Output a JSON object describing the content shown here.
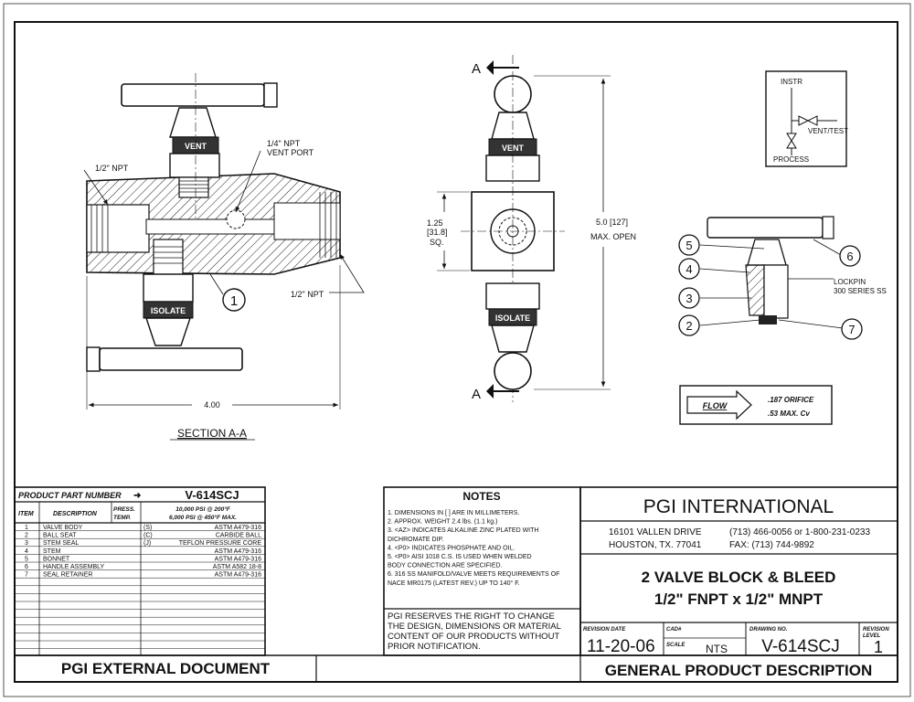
{
  "section_view": {
    "label_npt_left": "1/2\" NPT",
    "label_vent_port_1": "1/4\" NPT",
    "label_vent_port_2": "VENT PORT",
    "label_npt_right": "1/2\" NPT",
    "item_callout": "1",
    "handle_tag_top": "VENT",
    "handle_tag_bottom": "ISOLATE",
    "dimension_width": "4.00",
    "caption": "SECTION A-A"
  },
  "front_view": {
    "section_mark_top": "A",
    "section_mark_bottom": "A",
    "dim_square_1": "1.25",
    "dim_square_2": "[31.8]",
    "dim_square_3": "SQ.",
    "dim_height_1": "5.0 [127]",
    "dim_height_2": "MAX. OPEN",
    "handle_tag_top": "VENT",
    "handle_tag_bottom": "ISOLATE"
  },
  "schematic": {
    "instr": "INSTR",
    "vent_test": "VENT/TEST",
    "process": "PROCESS"
  },
  "assembly_detail": {
    "callouts": [
      "5",
      "4",
      "3",
      "2",
      "6",
      "7"
    ],
    "lockpin_1": "LOCKPIN",
    "lockpin_2": "300 SERIES SS"
  },
  "flow_box": {
    "flow_label": "FLOW",
    "orifice": ".187 ORIFICE",
    "cv": ".53 MAX. Cv"
  },
  "parts_table": {
    "part_number_label": "PRODUCT PART NUMBER",
    "part_number": "V-614SCJ",
    "col_item": "ITEM",
    "col_description": "DESCRIPTION",
    "col_press_1": "PRESS.",
    "col_press_2": "TEMP.",
    "rating_1": "10,000 PSI @ 200°F",
    "rating_2": "6,000 PSI @ 450°F MAX.",
    "rows": [
      {
        "item": "1",
        "description": "VALVE BODY",
        "code": "(S)",
        "material": "ASTM A479-316"
      },
      {
        "item": "2",
        "description": "BALL SEAT",
        "code": "(C)",
        "material": "CARBIDE BALL"
      },
      {
        "item": "3",
        "description": "STEM SEAL",
        "code": "(J)",
        "material": "TEFLON PRESSURE CORE"
      },
      {
        "item": "4",
        "description": "STEM",
        "code": "",
        "material": "ASTM A479-316"
      },
      {
        "item": "5",
        "description": "BONNET",
        "code": "",
        "material": "ASTM A479-316"
      },
      {
        "item": "6",
        "description": "HANDLE ASSEMBLY",
        "code": "",
        "material": "ASTM A582 18-8"
      },
      {
        "item": "7",
        "description": "SEAL RETAINER",
        "code": "",
        "material": "ASTM A479-316"
      }
    ]
  },
  "notes": {
    "title": "NOTES",
    "lines": [
      "1.  DIMENSIONS IN [ ] ARE IN MILLIMETERS.",
      "2.  APPROX. WEIGHT 2.4 lbs. (1.1 kg.)",
      "3.  <AZ> INDICATES ALKALINE ZINC PLATED WITH",
      "     DICHROMATE DIP.",
      "4.  <P0> INDICATES PHOSPHATE AND OIL.",
      "5.  <P0> AISI 1018 C.S. IS USED WHEN WELDED",
      "     BODY CONNECTION ARE SPECIFIED.",
      "6.  316 SS MANIFOLD/VALVE MEETS REQUIREMENTS OF",
      "     NACE MR0175 (LATEST REV.) UP TO 140° F."
    ],
    "disclaimer": [
      "PGI RESERVES THE RIGHT TO CHANGE",
      "THE DESIGN, DIMENSIONS OR MATERIAL",
      "CONTENT OF OUR PRODUCTS WITHOUT",
      "PRIOR NOTIFICATION."
    ]
  },
  "title_block": {
    "company": "PGI  INTERNATIONAL",
    "address_1": "16101 VALLEN DRIVE",
    "address_2": "HOUSTON, TX. 77041",
    "phone_1": "(713) 466-0056 or 1-800-231-0233",
    "phone_2": "FAX: (713) 744-9892",
    "product_1": "2 VALVE BLOCK & BLEED",
    "product_2": "1/2\" FNPT x 1/2\" MNPT",
    "revision_date_label": "REVISION DATE",
    "revision_date": "11-20-06",
    "cad_label": "CAD#",
    "scale_label": "SCALE",
    "scale": "NTS",
    "drawing_no_label": "DRAWING NO.",
    "drawing_no": "V-614SCJ",
    "revision_level_label_1": "REVISION",
    "revision_level_label_2": "LEVEL",
    "revision_level": "1",
    "footer_left": "PGI EXTERNAL DOCUMENT",
    "footer_right": "GENERAL PRODUCT DESCRIPTION"
  }
}
